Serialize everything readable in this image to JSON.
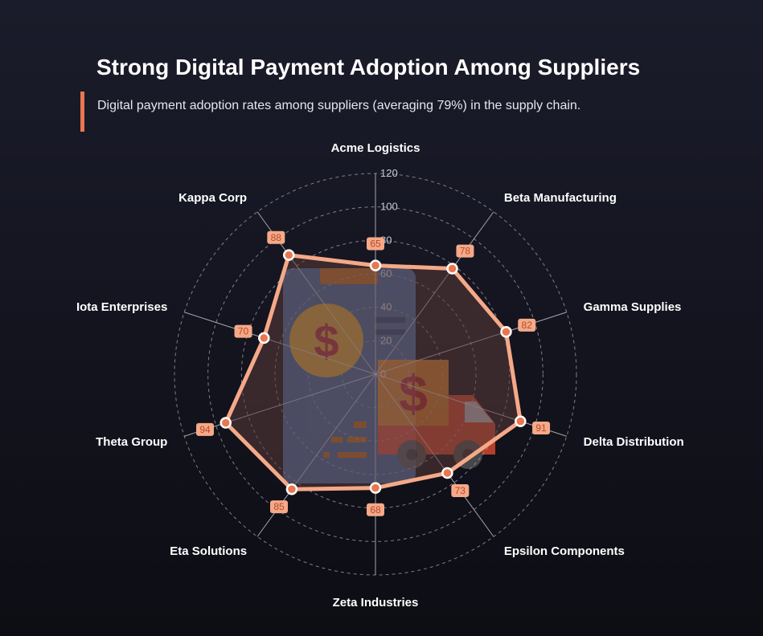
{
  "header": {
    "title": "Strong Digital Payment Adoption Among Suppliers",
    "subtitle": "Digital payment adoption rates among suppliers (averaging 79%) in the supply chain."
  },
  "colors": {
    "accent": "#e8774f",
    "series_line": "#f5a988",
    "series_fill": "#5a3a38",
    "label_box": "#f5a988",
    "grid": "#9a9aa6"
  },
  "icons": [
    "mobile-payment-icon",
    "dollar-coin-icon",
    "delivery-truck-icon"
  ],
  "chart_data": {
    "type": "radar",
    "categories": [
      "Acme Logistics",
      "Beta Manufacturing",
      "Gamma Supplies",
      "Delta Distribution",
      "Epsilon Components",
      "Zeta Industries",
      "Eta Solutions",
      "Theta Group",
      "Iota Enterprises",
      "Kappa Corp"
    ],
    "values": [
      65,
      78,
      82,
      91,
      73,
      68,
      85,
      94,
      70,
      88
    ],
    "rlim": [
      0,
      120
    ],
    "rticks": [
      "0",
      "20",
      "40",
      "60",
      "80",
      "100",
      "120"
    ],
    "grid": true,
    "data_labels": true
  }
}
